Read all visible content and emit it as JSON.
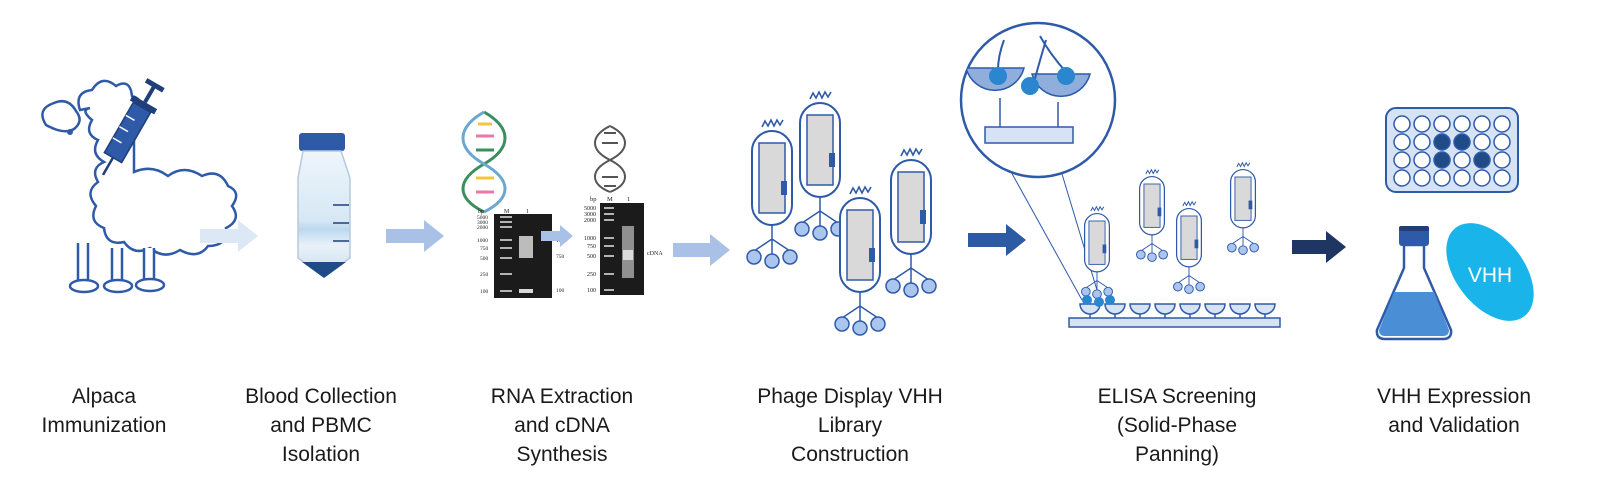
{
  "steps": [
    {
      "caption": [
        "Alpaca",
        "Immunization"
      ]
    },
    {
      "caption": [
        "Blood Collection",
        "and PBMC",
        "Isolation"
      ]
    },
    {
      "caption": [
        "RNA Extraction",
        "and cDNA",
        "Synthesis"
      ]
    },
    {
      "caption": [
        "Phage Display VHH",
        "Library",
        "Construction"
      ]
    },
    {
      "caption": [
        "ELISA Screening",
        "(Solid-Phase",
        "Panning)"
      ]
    },
    {
      "caption": [
        "VHH Expression",
        "and Validation"
      ]
    }
  ],
  "gel1": {
    "header": [
      "bp",
      "M",
      "1"
    ],
    "markers": [
      "5000",
      "3000",
      "2000",
      "1000",
      "750",
      "500",
      "250",
      "100"
    ],
    "band_labels": [
      "1000",
      "750",
      "100"
    ]
  },
  "gel2": {
    "header": [
      "bp",
      "M",
      "1"
    ],
    "markers": [
      "5000",
      "3000",
      "2000",
      "1000",
      "750",
      "500",
      "250",
      "100"
    ],
    "band_label": "cDNA"
  },
  "antibody_label": "VHH",
  "colors": {
    "primary": "#2f5aa8",
    "dark": "#1f3e7a",
    "light_fill": "#d6e3f5",
    "gray_fill": "#d9d9d9",
    "cyan": "#19b5ea",
    "bead": "#aac6ee",
    "arrow_light": "#dde8f7",
    "arrow_mid": "#a9c1e6",
    "arrow_strong": "#2d5aa5",
    "arrow_dark": "#1f3663"
  }
}
